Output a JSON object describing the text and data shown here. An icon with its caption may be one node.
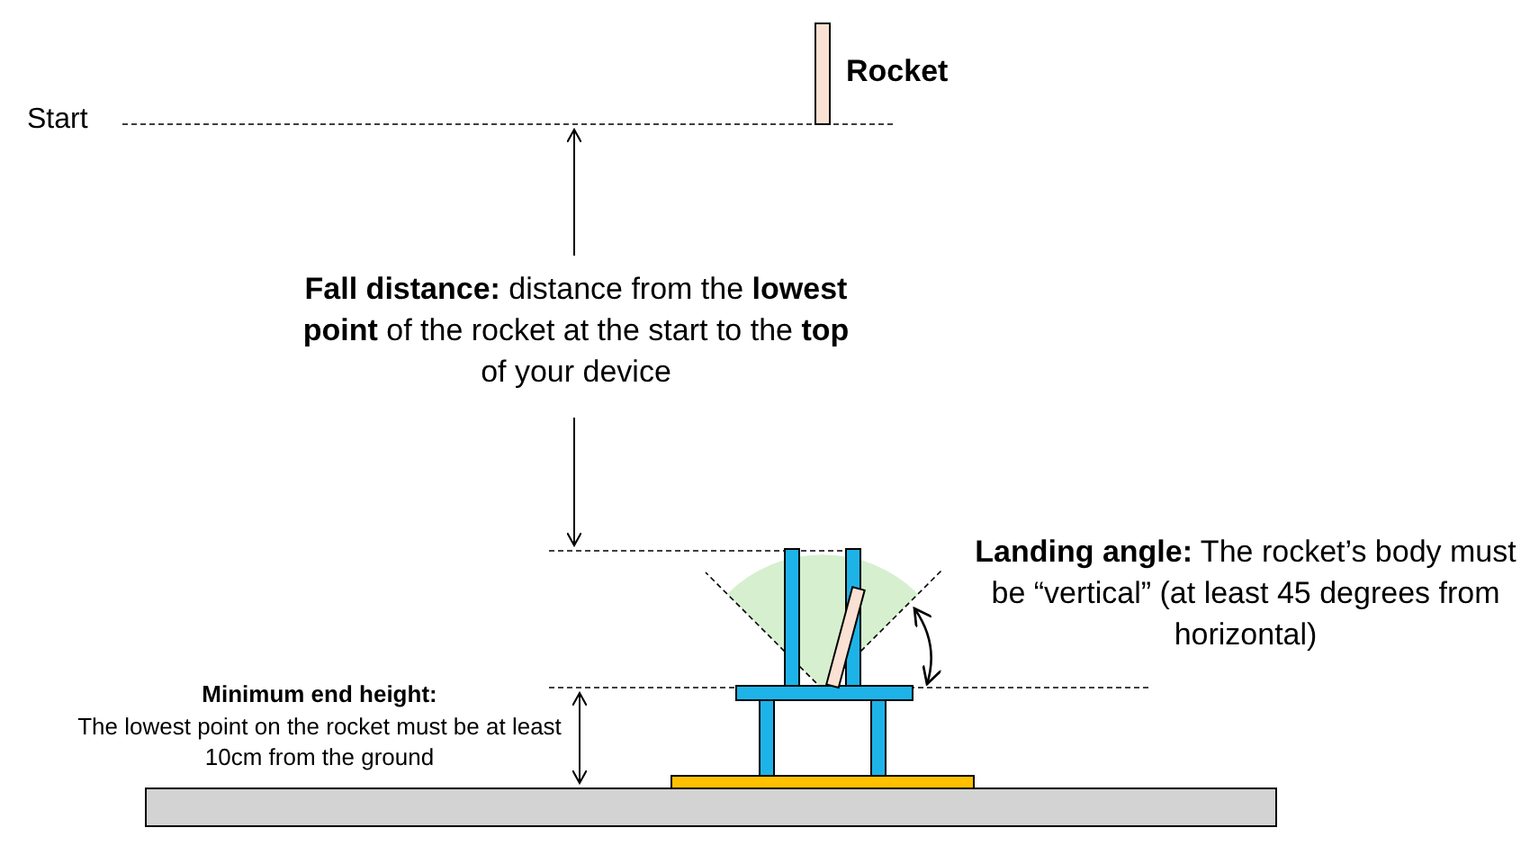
{
  "diagram": {
    "labels": [
      "Rocket",
      "Start",
      "**Fall distance:** distance from the **lowest point** of the rocket at the start to the **top** of your device",
      "**Landing angle:** The rocket’s body must be “vertical” (at least 45 degrees from horizontal)",
      "Minimum end height:",
      "The lowest point on the rocket must be at least 10cm from the ground"
    ]
  }
}
